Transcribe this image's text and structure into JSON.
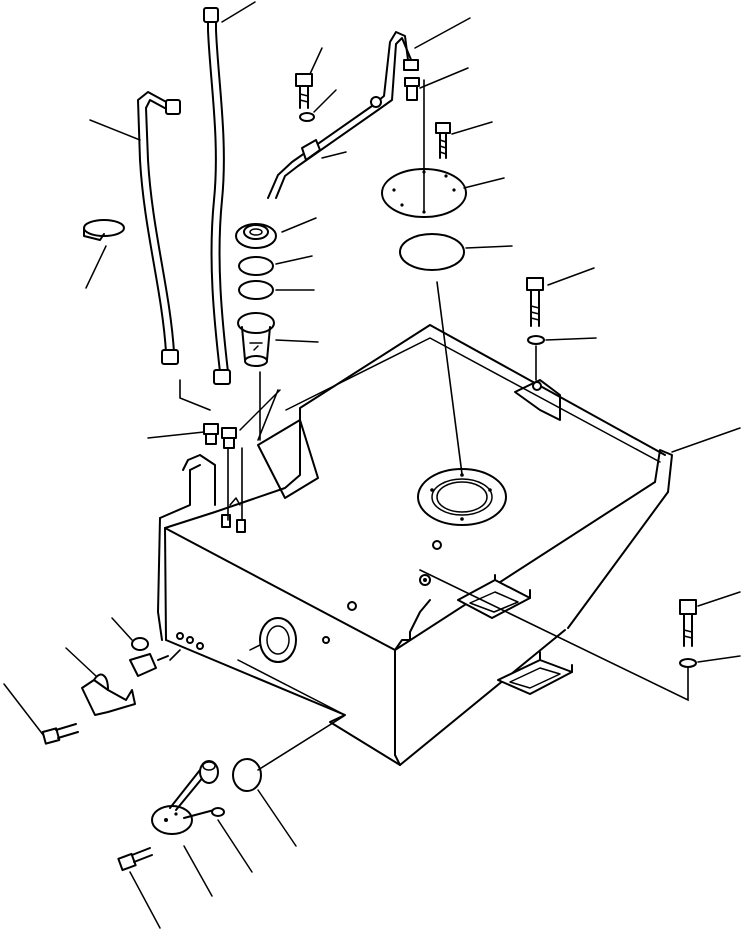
{
  "diagram": {
    "background": "#ffffff",
    "ink": "#000000",
    "parts": [
      "fuel-tank",
      "tank-cover-plate",
      "cover-gasket",
      "tank-opening-flange",
      "breather-pipe",
      "pipe-elbow-fitting",
      "pipe-clamp",
      "cover-bolt",
      "cover-washer",
      "filler-cap",
      "filler-gasket-upper",
      "filler-gasket-lower",
      "filler-strainer",
      "long-hose",
      "short-hose",
      "hose-clip",
      "hose-connectors",
      "mounting-bolt-upper",
      "mounting-washer-upper",
      "mounting-bolt-lower",
      "mounting-washer-lower",
      "fuel-gauge-sender",
      "sender-gasket",
      "sender-bolt",
      "drain-valve",
      "valve-bracket",
      "bracket-bolt",
      "tank-steps"
    ]
  }
}
